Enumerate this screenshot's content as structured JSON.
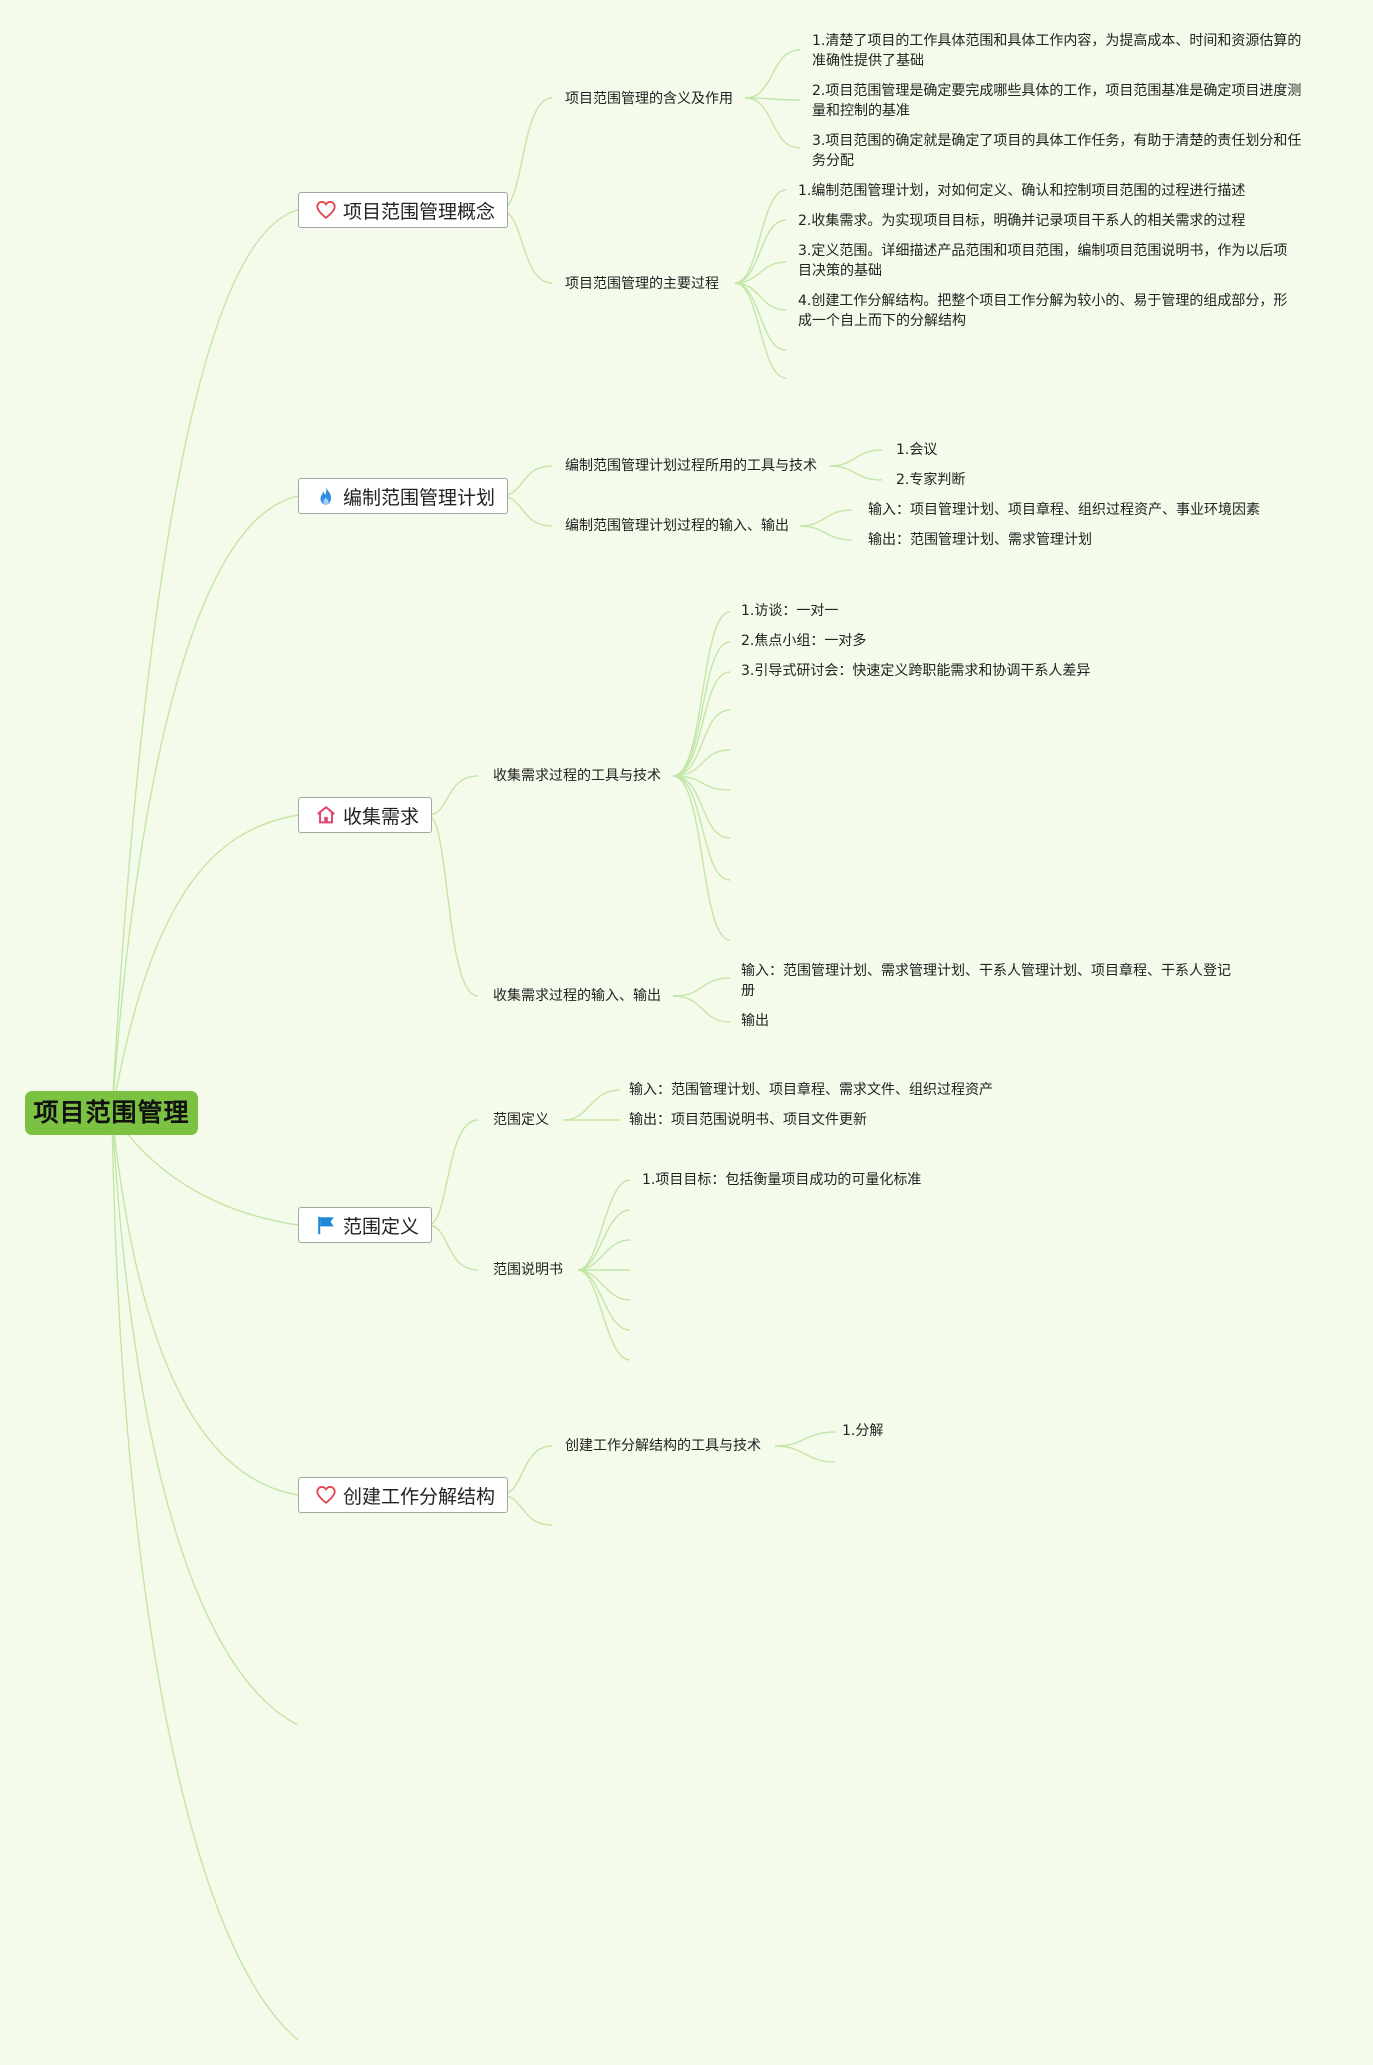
{
  "root": {
    "label": "项目范围管理"
  },
  "branches": [
    {
      "label": "项目范围管理概念",
      "icon": "heart-icon",
      "children": [
        {
          "label": "项目范围管理的含义及作用",
          "items": [
            "1.清楚了项目的工作具体范围和具体工作内容，为提高成本、时间和资源估算的准确性提供了基础",
            "2.项目范围管理是确定要完成哪些具体的工作，项目范围基准是确定项目进度测量和控制的基准",
            "3.项目范围的确定就是确定了项目的具体工作任务，有助于清楚的责任划分和任务分配"
          ]
        },
        {
          "label": "项目范围管理的主要过程",
          "items": [
            "1.编制范围管理计划，对如何定义、确认和控制项目范围的过程进行描述",
            "2.收集需求。为实现项目目标，明确并记录项目干系人的相关需求的过程",
            "3.定义范围。详细描述产品范围和项目范围，编制项目范围说明书，作为以后项目决策的基础",
            "4.创建工作分解结构。把整个项目工作分解为较小的、易于管理的组成部分，形成一个自上而下的分解结构"
          ]
        }
      ]
    },
    {
      "label": "编制范围管理计划",
      "icon": "flame-icon",
      "children": [
        {
          "label": "编制范围管理计划过程所用的工具与技术",
          "items": [
            "1.会议",
            "2.专家判断"
          ]
        },
        {
          "label": "编制范围管理计划过程的输入、输出",
          "items": [
            "输入：项目管理计划、项目章程、组织过程资产、事业环境因素",
            "输出：范围管理计划、需求管理计划"
          ]
        }
      ]
    },
    {
      "label": "收集需求",
      "icon": "home-icon",
      "children": [
        {
          "label": "收集需求过程的工具与技术",
          "items": [
            "1.访谈：一对一",
            "2.焦点小组：一对多",
            "3.引导式研讨会：快速定义跨职能需求和协调干系人差异"
          ]
        },
        {
          "label": "收集需求过程的输入、输出",
          "items": [
            "输入：范围管理计划、需求管理计划、干系人管理计划、项目章程、干系人登记册",
            "输出"
          ]
        }
      ]
    },
    {
      "label": "范围定义",
      "icon": "flag-icon",
      "children": [
        {
          "label": "范围定义",
          "items": [
            "输入：范围管理计划、项目章程、需求文件、组织过程资产",
            "输出：项目范围说明书、项目文件更新"
          ]
        },
        {
          "label": "范围说明书",
          "items": [
            "1.项目目标：包括衡量项目成功的可量化标准"
          ]
        }
      ]
    },
    {
      "label": "创建工作分解结构",
      "icon": "heart-icon",
      "children": [
        {
          "label": "创建工作分解结构的工具与技术",
          "items": [
            "1.分解"
          ]
        }
      ]
    }
  ],
  "colors": {
    "background": "#f4fbeb",
    "root_fill": "#7cc242",
    "link": "#c3e6a8",
    "heart": "#e0464f",
    "flame": "#2f8ee0",
    "home": "#e04873",
    "flag": "#1e88d8"
  }
}
